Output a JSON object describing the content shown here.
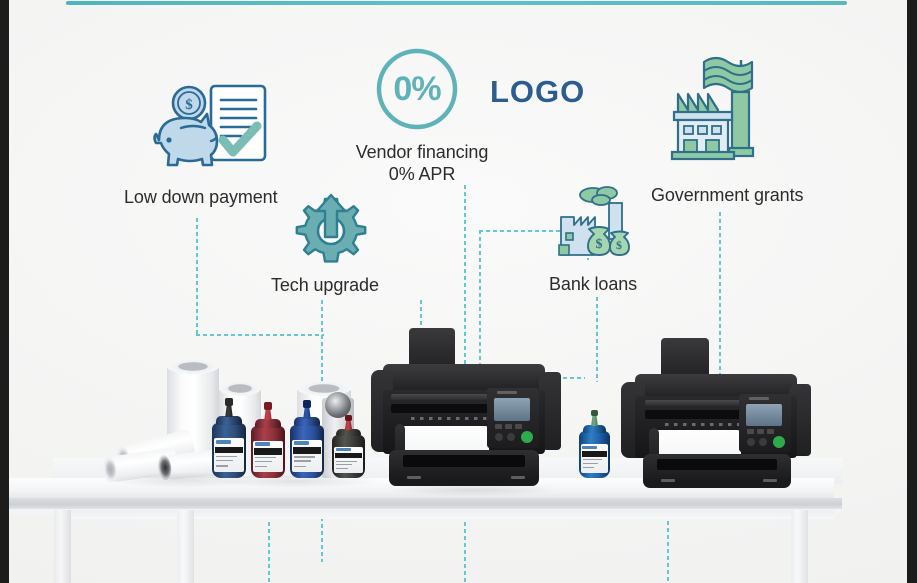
{
  "page": {
    "background_color": "#f6f6f5",
    "frame_color": "#1c1c1c",
    "accent_teal": "#4fb3bf",
    "accent_dot": "#3fc0d8",
    "logo_color": "#2c5d8f",
    "text_color": "#2c2c2c"
  },
  "top_rule": {
    "name": "top-divider"
  },
  "logo": {
    "text": "LOGO"
  },
  "badges": {
    "zero_percent": {
      "text": "0%"
    }
  },
  "items": [
    {
      "id": "low-down-payment",
      "label": "Low down payment",
      "icon": "piggy-bank-document-check-icon"
    },
    {
      "id": "vendor-financing",
      "label_line1": "Vendor financing",
      "label_line2": "0% APR",
      "icon": "zero-percent-circle-icon"
    },
    {
      "id": "tech-upgrade",
      "label": "Tech upgrade",
      "icon": "gear-up-arrow-icon"
    },
    {
      "id": "bank-loans",
      "label": "Bank loans",
      "icon": "factory-money-bags-icon"
    },
    {
      "id": "government-grants",
      "label": "Government grants",
      "icon": "factory-flag-icon"
    }
  ],
  "scene": {
    "desk": "white-table",
    "printers": [
      {
        "id": "printer-left",
        "name": "roll-printer-left"
      },
      {
        "id": "printer-right",
        "name": "roll-printer-right"
      }
    ],
    "ink_bottles": [
      {
        "id": "ink-cyan-dark",
        "color": "#2d4e7a"
      },
      {
        "id": "ink-magenta",
        "color": "#8e3038"
      },
      {
        "id": "ink-blue",
        "color": "#2b52a0"
      },
      {
        "id": "ink-black",
        "color": "#3a3a38"
      },
      {
        "id": "ink-blue-small",
        "color": "#1f5fa8"
      }
    ],
    "media_rolls": 6
  }
}
